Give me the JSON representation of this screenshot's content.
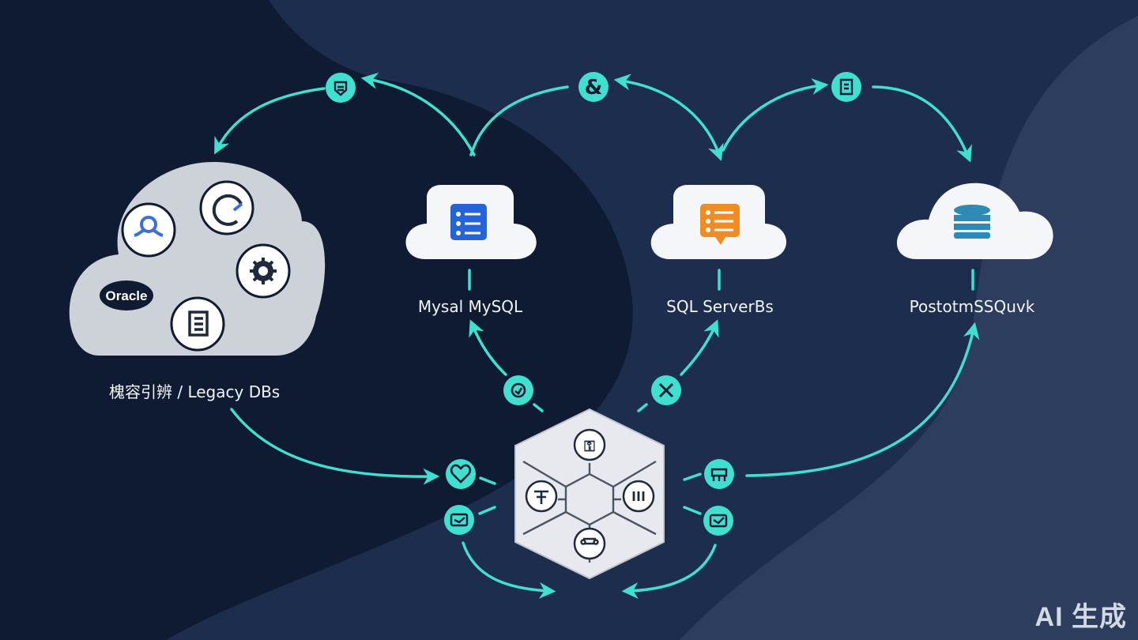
{
  "colors": {
    "background": "#0f1b33",
    "panel": "#1d2d4d",
    "panel_light": "#2d3d5e",
    "arrow": "#3fe0d0",
    "cloud": "#f4f6fa",
    "legacy_cloud": "#cdd1d8"
  },
  "legacy": {
    "label": "槐容引辨 / Legacy DBs",
    "oracle": "Oracle",
    "icons": [
      "workflow-icon",
      "refresh-icon",
      "gear-icon",
      "document-icon"
    ]
  },
  "targets": [
    {
      "label": "Mysal MySQL",
      "icon": "list-icon"
    },
    {
      "label": "SQL ServerBs",
      "icon": "chat-icon"
    },
    {
      "label": "PostotmSSQuvk",
      "icon": "database-icon"
    }
  ],
  "top_nodes": [
    "shield-icon",
    "ampersand-icon",
    "receipt-icon"
  ],
  "top_ampersand": "&",
  "hub": {
    "icons": [
      "key-icon",
      "transfer-icon",
      "list-icon",
      "link-icon"
    ],
    "side_nodes": [
      "heart-icon",
      "inbox-icon",
      "bracket-icon",
      "mailbox-icon",
      "check-circle-icon",
      "close-icon"
    ]
  },
  "watermark": "AI 生成"
}
